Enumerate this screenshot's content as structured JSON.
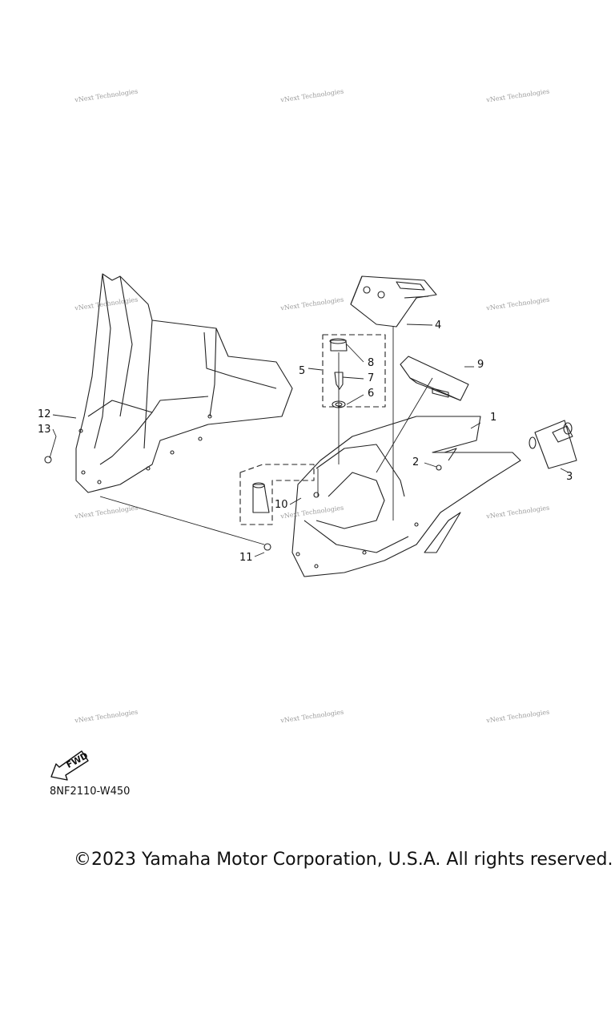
{
  "watermark": "vNext Technologies",
  "callouts": {
    "c1": "1",
    "c2": "2",
    "c3": "3",
    "c4": "4",
    "c5": "5",
    "c6": "6",
    "c7": "7",
    "c8": "8",
    "c9": "9",
    "c10": "10",
    "c11": "11",
    "c12": "12",
    "c13": "13"
  },
  "fwd_label": "FWD",
  "diagram_code": "8NF2110-W450",
  "copyright": "©2023 Yamaha Motor Corporation, U.S.A. All rights reserved."
}
